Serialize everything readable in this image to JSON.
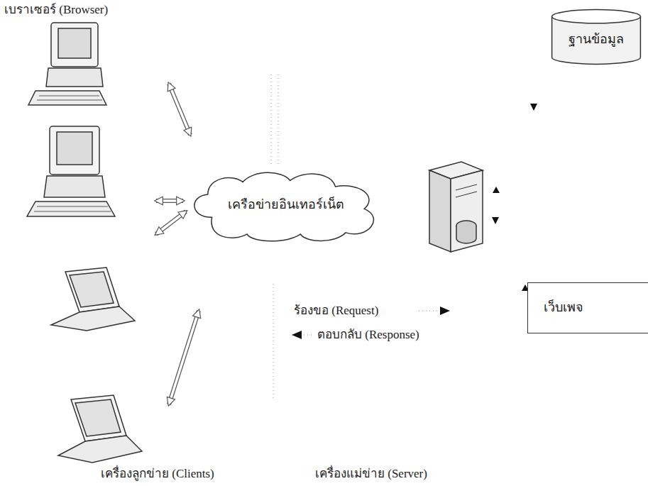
{
  "diagram": {
    "nodes": [
      {
        "text": [
          "ฐานข้อมูล"
        ]
      },
      {
        "text": [
          "เครือข่ายอินเทอร์เน็ต"
        ]
      },
      {
        "text": [
          "เว็บเพจ"
        ]
      }
    ],
    "labels": [
      "เบราเซอร์ (Browser)",
      "ร้องขอ (Request)",
      "ตอบกลับ (Response)",
      "เครื่องลูกข่าย (Clients)",
      "เครื่องแม่ข่าย (Server)"
    ]
  }
}
